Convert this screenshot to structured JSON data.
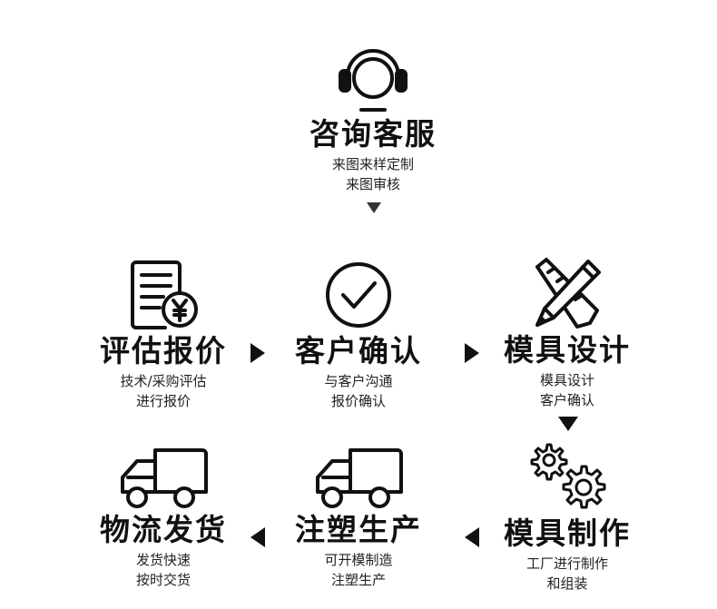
{
  "steps": {
    "consult": {
      "title": "咨询客服",
      "line1": "来图来样定制",
      "line2": "来图审核",
      "icon": "headset-icon"
    },
    "quote": {
      "title": "评估报价",
      "line1": "技术/采购评估",
      "line2": "进行报价",
      "icon": "invoice-yen-icon"
    },
    "confirm": {
      "title": "客户确认",
      "line1": "与客户沟通",
      "line2": "报价确认",
      "icon": "check-circle-icon"
    },
    "design": {
      "title": "模具设计",
      "line1": "模具设计",
      "line2": "客户确认",
      "icon": "pencil-ruler-icon"
    },
    "mold": {
      "title": "模具制作",
      "line1": "工厂进行制作",
      "line2": "和组装",
      "icon": "gears-icon"
    },
    "inject": {
      "title": "注塑生产",
      "line1": "可开模制造",
      "line2": "注塑生产",
      "icon": "truck-icon"
    },
    "ship": {
      "title": "物流发货",
      "line1": "发货快速",
      "line2": "按时交货",
      "icon": "truck-icon"
    }
  },
  "colors": {
    "ink": "#111111",
    "background": "#ffffff"
  }
}
